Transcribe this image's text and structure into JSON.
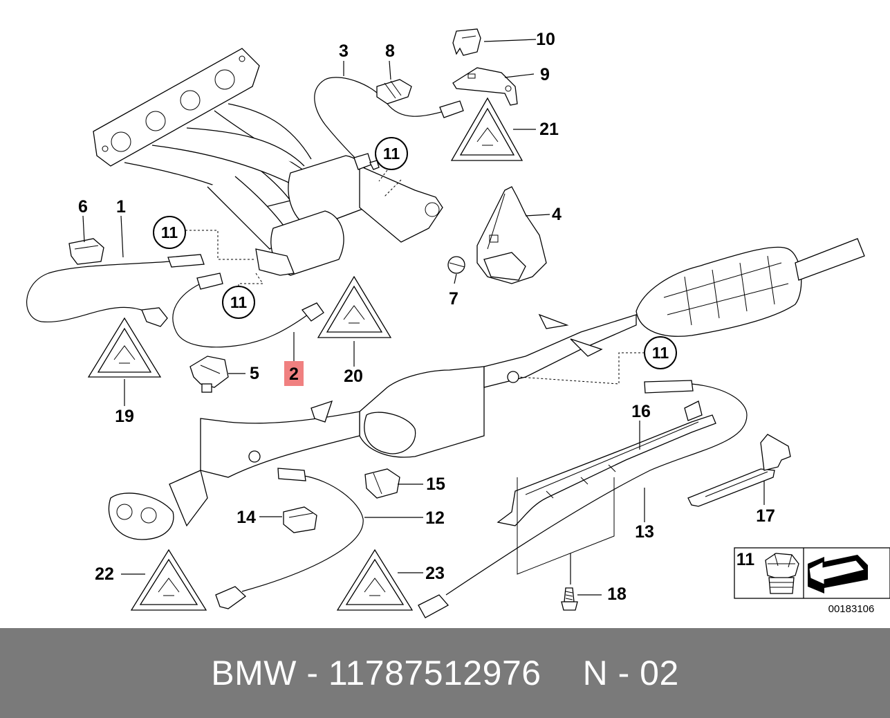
{
  "callouts": {
    "n1": "1",
    "n2": "2",
    "n3": "3",
    "n4": "4",
    "n5": "5",
    "n6": "6",
    "n7": "7",
    "n8": "8",
    "n9": "9",
    "n10": "10",
    "n12": "12",
    "n13": "13",
    "n14": "14",
    "n15": "15",
    "n16": "16",
    "n17": "17",
    "n18": "18",
    "n19": "19",
    "n20": "20",
    "n21": "21",
    "n22": "22",
    "n23": "23"
  },
  "circled": {
    "c11": "11"
  },
  "highlight": {
    "label": "2",
    "color": "#f08080"
  },
  "inset": {
    "number": "11"
  },
  "ref_code": "00183106",
  "footer": {
    "brand": "BMW",
    "separator": "-",
    "part_number": "11787512976",
    "variant": "N - 02",
    "background": "#7a7a7a"
  }
}
